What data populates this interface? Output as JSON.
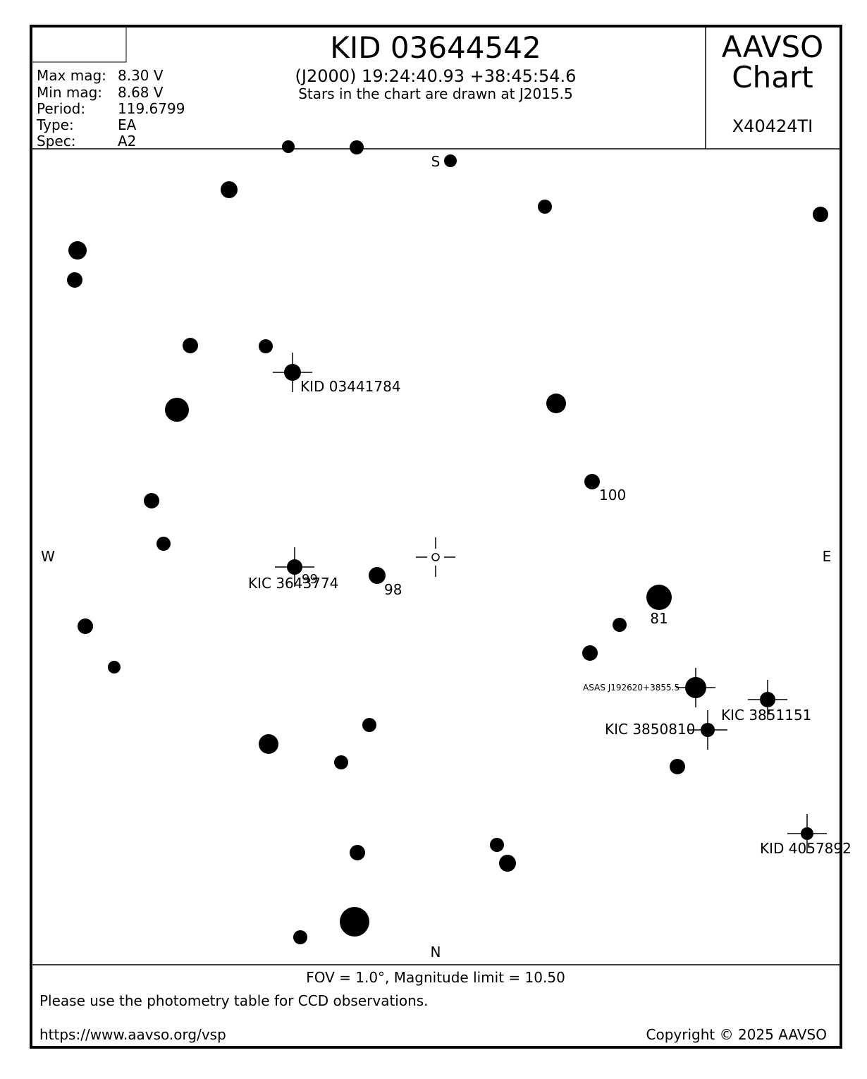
{
  "header": {
    "title": "KID 03644542",
    "coords": "(J2000) 19:24:40.93 +38:45:54.6",
    "epoch_note": "Stars in the chart are drawn at J2015.5",
    "brand_line1": "AAVSO",
    "brand_line2": "Chart",
    "chart_id": "X40424TI"
  },
  "info": [
    {
      "label": "Max mag:",
      "value": "8.30 V"
    },
    {
      "label": "Min mag:",
      "value": "8.68 V"
    },
    {
      "label": "Period:",
      "value": "119.6799"
    },
    {
      "label": "Type:",
      "value": "EA"
    },
    {
      "label": "Spec:",
      "value": "A2"
    }
  ],
  "compass": {
    "south": "S",
    "north": "N",
    "west": "W",
    "east": "E"
  },
  "footer": {
    "fov": "FOV = 1.0°, Magnitude limit = 10.50",
    "note": "Please use the photometry table for CCD observations.",
    "url": "https://www.aavso.org/vsp",
    "copyright": "Copyright © 2025 AAVSO"
  },
  "colors": {
    "ink": "#000000",
    "paper": "#ffffff"
  },
  "chart_data": {
    "type": "scatter",
    "target": {
      "name": "KID 03644542",
      "marker": "open-circle-crosshair"
    },
    "variable_labels": [
      "KID 03441784",
      "KIC 3643774",
      "ASAS J192620+3855.5",
      "KIC 3851151",
      "KIC 3850810",
      "KID 4057892"
    ],
    "comparison_labels": [
      "100",
      "98",
      "81",
      "99"
    ]
  }
}
